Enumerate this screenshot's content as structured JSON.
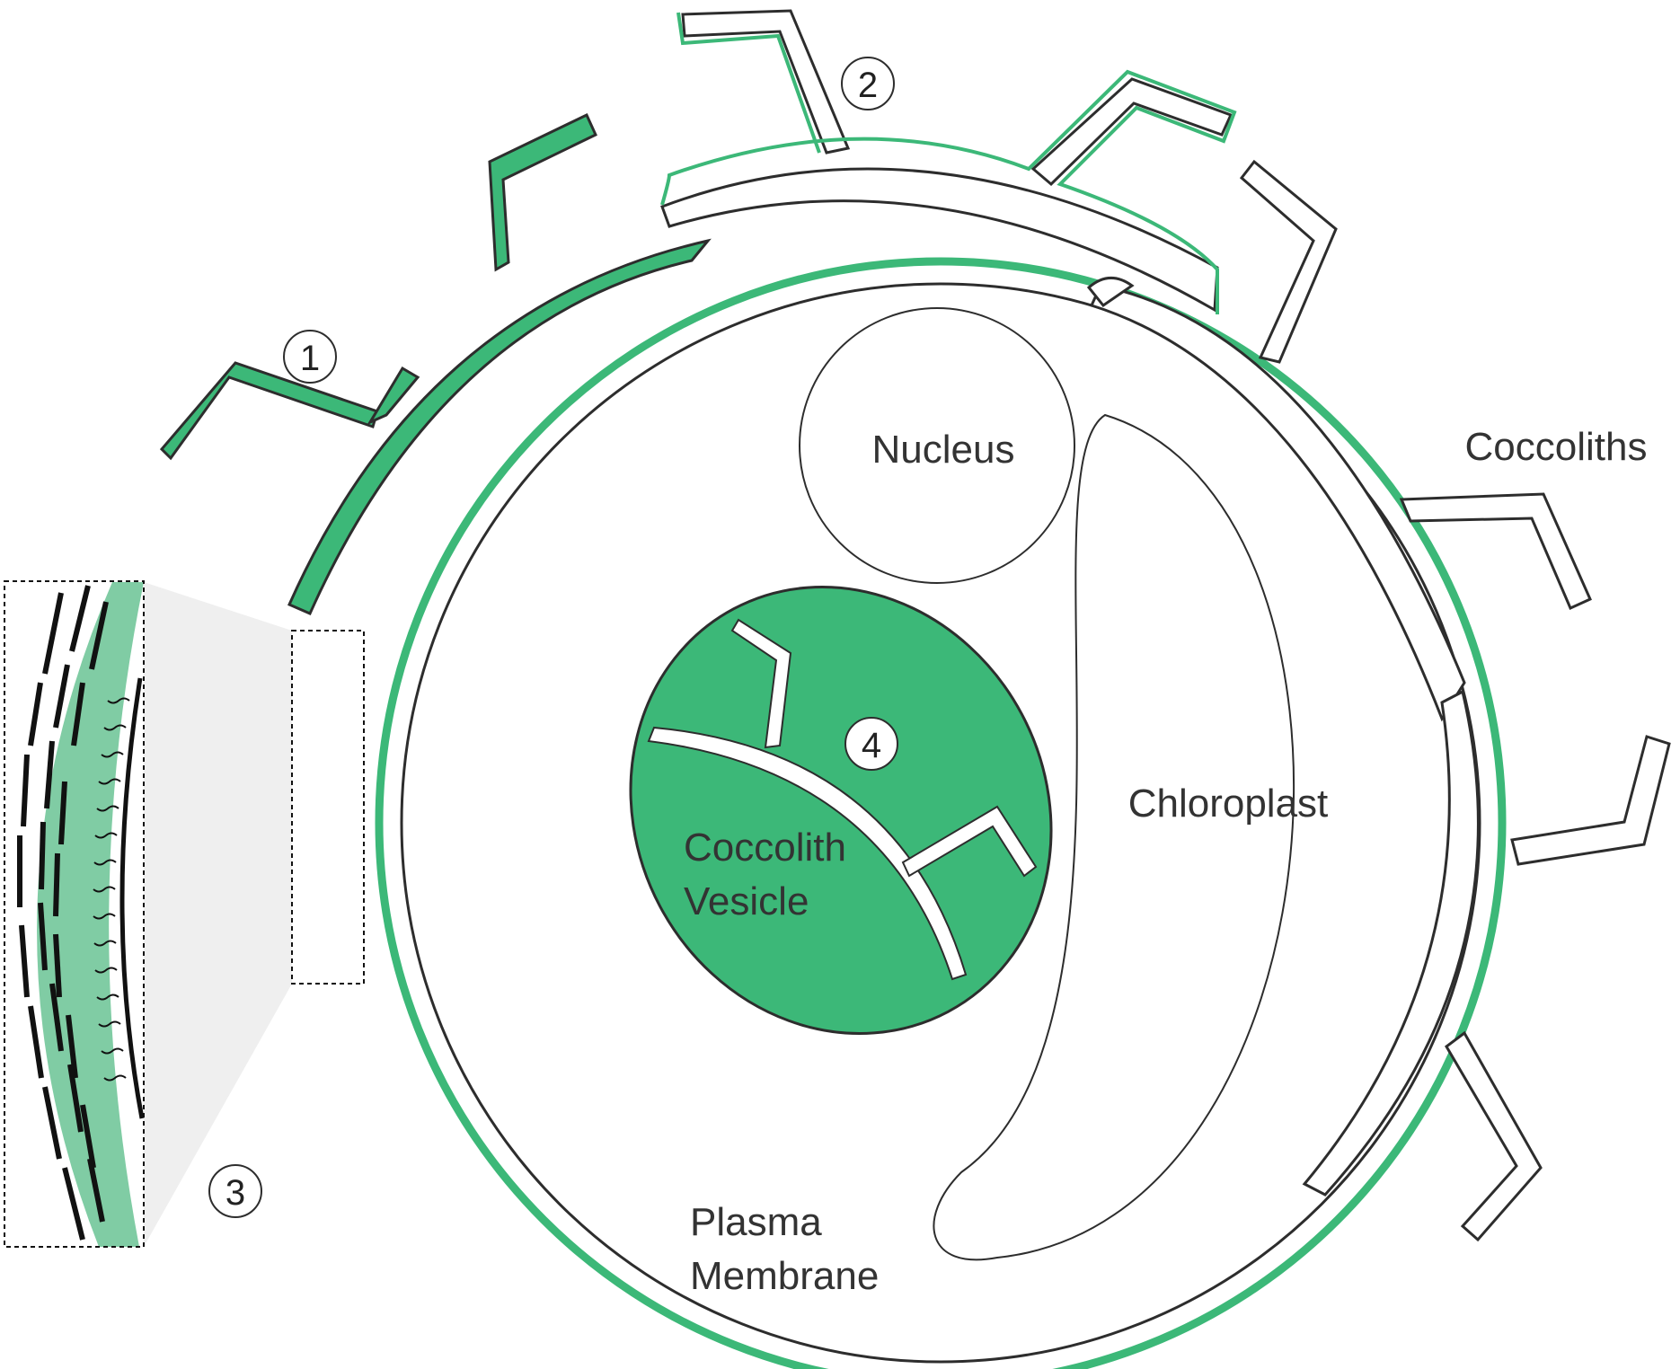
{
  "colors": {
    "accent": "#3cb878",
    "accent_light": "#80cca4",
    "stroke": "#2d2d2d",
    "callout_fill": "#efefef"
  },
  "labels": {
    "nucleus": "Nucleus",
    "coccoliths": "Coccoliths",
    "chloroplast": "Chloroplast",
    "vesicle_line1": "Coccolith",
    "vesicle_line2": "Vesicle",
    "membrane_line1": "Plasma",
    "membrane_line2": "Membrane"
  },
  "markers": {
    "m1": "1",
    "m2": "2",
    "m3": "3",
    "m4": "4"
  }
}
